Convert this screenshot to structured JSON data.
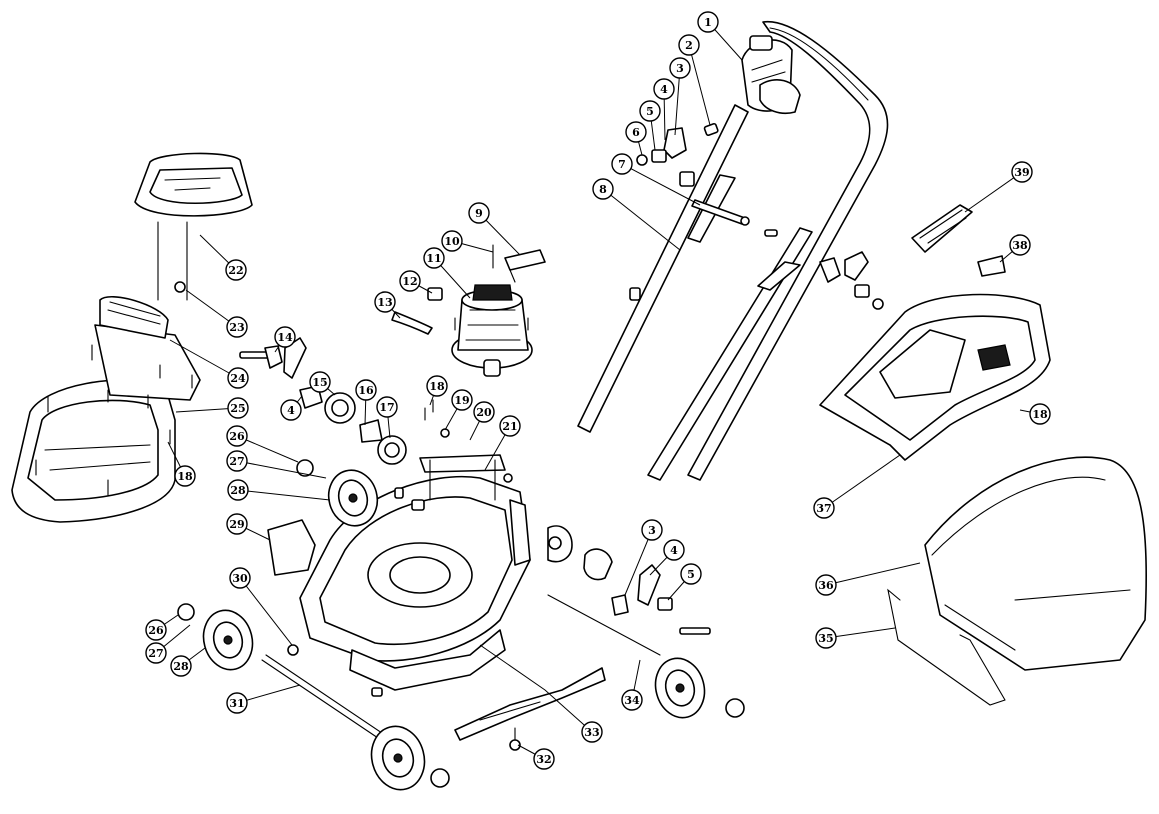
{
  "callouts": [
    "1",
    "2",
    "3",
    "4",
    "5",
    "6",
    "7",
    "8",
    "9",
    "10",
    "11",
    "12",
    "13",
    "14",
    "4",
    "15",
    "16",
    "17",
    "18",
    "19",
    "20",
    "21",
    "22",
    "23",
    "24",
    "25",
    "18",
    "26",
    "27",
    "28",
    "29",
    "30",
    "31",
    "32",
    "33",
    "34",
    "26",
    "27",
    "28",
    "3",
    "4",
    "5",
    "35",
    "36",
    "37",
    "38",
    "39",
    "18"
  ]
}
